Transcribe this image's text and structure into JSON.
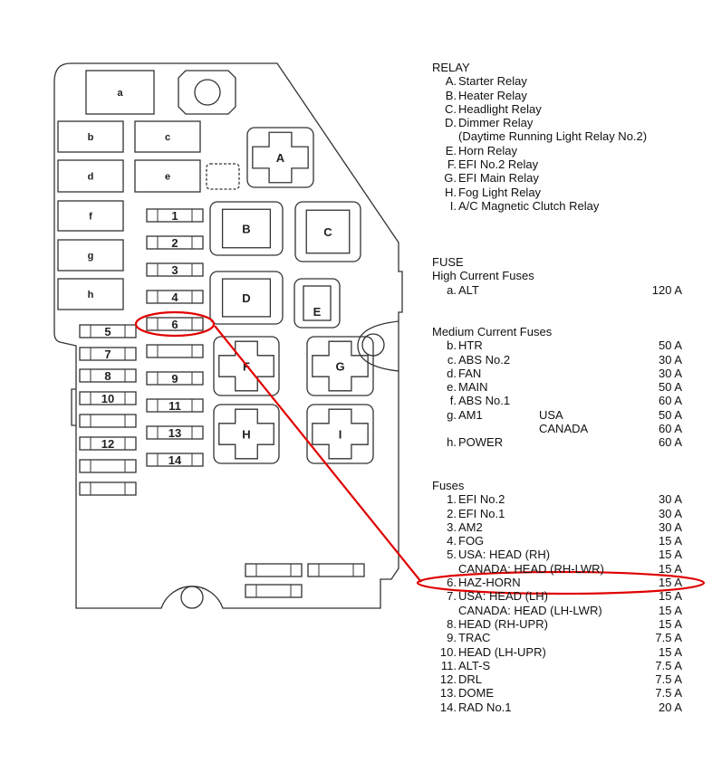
{
  "diagram": {
    "max_fuses": [
      "a",
      "b",
      "c",
      "d",
      "e",
      "f",
      "g",
      "h"
    ],
    "mini_fuses": [
      "1",
      "2",
      "3",
      "4",
      "5",
      "6",
      "7",
      "8",
      "9",
      "10",
      "11",
      "12",
      "13",
      "14"
    ],
    "relays": [
      "A",
      "B",
      "C",
      "D",
      "E",
      "F",
      "G",
      "H",
      "I"
    ],
    "highlight_color": "#e00000",
    "highlighted_fuse": "6"
  },
  "relay_section": {
    "title": "RELAY",
    "items": [
      {
        "num": "A.",
        "name": "Starter Relay"
      },
      {
        "num": "B.",
        "name": "Heater Relay"
      },
      {
        "num": "C.",
        "name": "Headlight Relay"
      },
      {
        "num": "D.",
        "name": "Dimmer Relay"
      },
      {
        "num": "",
        "name": "(Daytime Running Light Relay No.2)"
      },
      {
        "num": "E.",
        "name": "Horn Relay"
      },
      {
        "num": "F.",
        "name": "EFI No.2 Relay"
      },
      {
        "num": "G.",
        "name": "EFI Main Relay"
      },
      {
        "num": "H.",
        "name": "Fog Light Relay"
      },
      {
        "num": "I.",
        "name": "A/C Magnetic Clutch Relay"
      }
    ]
  },
  "fuse_section": {
    "title": "FUSE",
    "high": {
      "title": "High Current Fuses",
      "items": [
        {
          "num": "a.",
          "name": "ALT",
          "sub": "",
          "value": "120 A"
        }
      ]
    },
    "medium": {
      "title": "Medium Current Fuses",
      "items": [
        {
          "num": "b.",
          "name": "HTR",
          "sub": "",
          "value": "50 A"
        },
        {
          "num": "c.",
          "name": "ABS No.2",
          "sub": "",
          "value": "30 A"
        },
        {
          "num": "d.",
          "name": "FAN",
          "sub": "",
          "value": "30 A"
        },
        {
          "num": "e.",
          "name": "MAIN",
          "sub": "",
          "value": "50 A"
        },
        {
          "num": "f.",
          "name": "ABS No.1",
          "sub": "",
          "value": "60 A"
        },
        {
          "num": "g.",
          "name": "AM1",
          "sub": "USA",
          "value": "50 A"
        },
        {
          "num": "",
          "name": "",
          "sub": "CANADA",
          "value": "60 A"
        },
        {
          "num": "h.",
          "name": "POWER",
          "sub": "",
          "value": "60 A"
        }
      ]
    },
    "fuses": {
      "title": "Fuses",
      "items": [
        {
          "num": "1.",
          "name": "EFI No.2",
          "sub": "",
          "value": "30 A"
        },
        {
          "num": "2.",
          "name": "EFI No.1",
          "sub": "",
          "value": "30 A"
        },
        {
          "num": "3.",
          "name": "AM2",
          "sub": "",
          "value": "30 A"
        },
        {
          "num": "4.",
          "name": "FOG",
          "sub": "",
          "value": "15 A"
        },
        {
          "num": "5.",
          "name": "USA: HEAD (RH)",
          "sub": "",
          "value": "15 A"
        },
        {
          "num": "",
          "name": "CANADA: HEAD (RH-LWR)",
          "sub": "",
          "value": "15 A"
        },
        {
          "num": "6.",
          "name": "HAZ-HORN",
          "sub": "",
          "value": "15 A"
        },
        {
          "num": "7.",
          "name": "USA: HEAD (LH)",
          "sub": "",
          "value": "15 A"
        },
        {
          "num": "",
          "name": "CANADA: HEAD (LH-LWR)",
          "sub": "",
          "value": "15 A"
        },
        {
          "num": "8.",
          "name": "HEAD (RH-UPR)",
          "sub": "",
          "value": "15 A"
        },
        {
          "num": "9.",
          "name": "TRAC",
          "sub": "",
          "value": "7.5 A"
        },
        {
          "num": "10.",
          "name": "HEAD (LH-UPR)",
          "sub": "",
          "value": "15 A"
        },
        {
          "num": "11.",
          "name": "ALT-S",
          "sub": "",
          "value": "7.5 A"
        },
        {
          "num": "12.",
          "name": "DRL",
          "sub": "",
          "value": "7.5 A"
        },
        {
          "num": "13.",
          "name": "DOME",
          "sub": "",
          "value": "7.5 A"
        },
        {
          "num": "14.",
          "name": "RAD No.1",
          "sub": "",
          "value": "20 A"
        }
      ]
    }
  }
}
